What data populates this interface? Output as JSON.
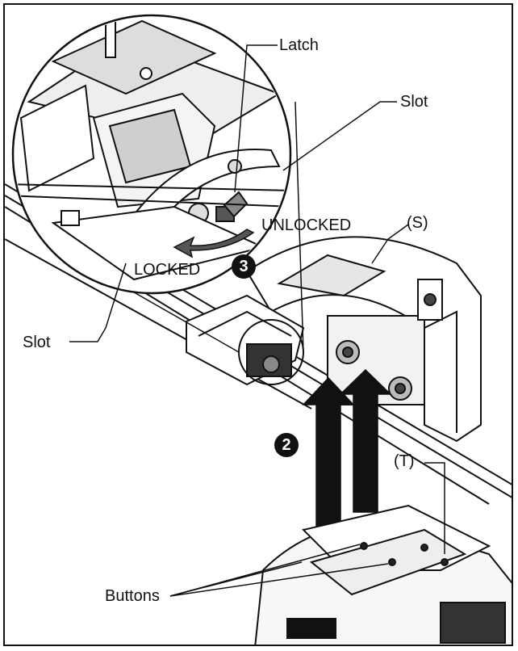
{
  "labels": {
    "latch": "Latch",
    "slot_top": "Slot",
    "slot_left": "Slot",
    "unlocked": "UNLOCKED",
    "locked": "LOCKED",
    "s": "(S)",
    "t": "(T)",
    "buttons": "Buttons"
  },
  "steps": {
    "step2": "2",
    "step3": "3"
  },
  "colors": {
    "line": "#111111",
    "fill_gray": "#d9d9d9",
    "dark": "#222222"
  }
}
